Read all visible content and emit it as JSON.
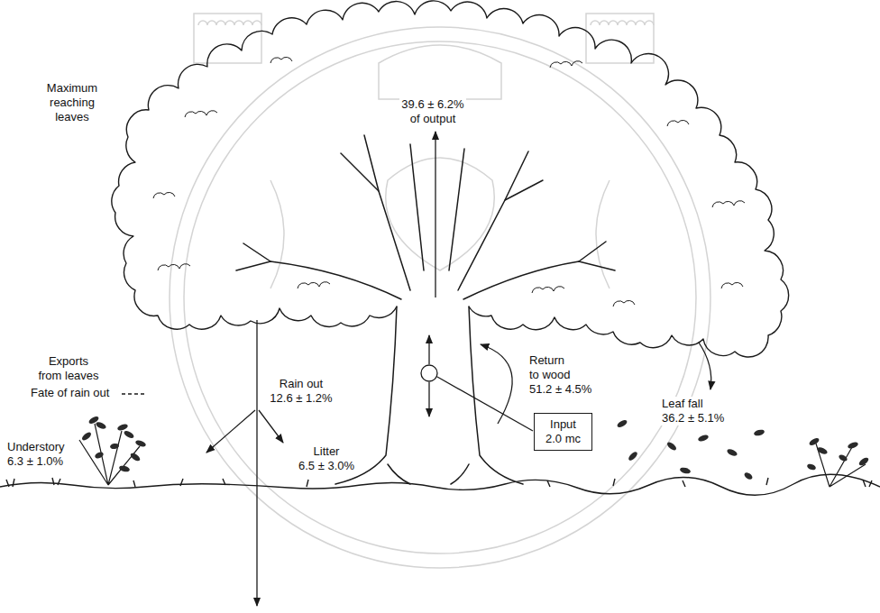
{
  "diagram": {
    "nodes": [
      {
        "text": [
          "Input 2.0 mc"
        ]
      }
    ],
    "labels": [
      "Maximum reaching leaves",
      "39.6 ± 6.2% of output",
      "Exports from leaves",
      "Fate of rain out",
      "Rain out 12.6 ± 1.2%",
      "Return to wood 51.2 ± 4.5%",
      "Leaf fall 36.2 ± 5.1%",
      "Understory 6.3 ± 1.0%",
      "Litter 6.5 ± 3.0%"
    ]
  }
}
